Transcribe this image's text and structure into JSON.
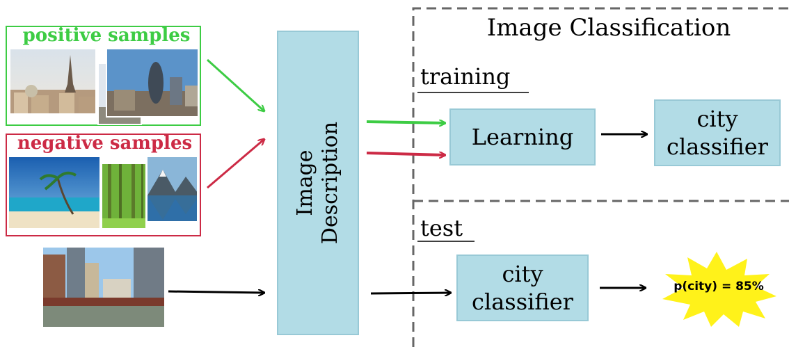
{
  "positive_label": "positive samples",
  "negative_label": "negative samples",
  "image_description": {
    "line1": "Image",
    "line2": "Description"
  },
  "section_title": "Image Classification",
  "training_label": "training",
  "test_label": "test",
  "learning_label": "Learning",
  "city_classifier_1": {
    "line1": "city",
    "line2": "classifier"
  },
  "city_classifier_2": {
    "line1": "city",
    "line2": "classifier"
  },
  "result_label": "p(city) = 85%",
  "colors": {
    "green": "#3dcc44",
    "red": "#cc2a45",
    "box": "#b2dce6",
    "star": "#fff21a"
  }
}
